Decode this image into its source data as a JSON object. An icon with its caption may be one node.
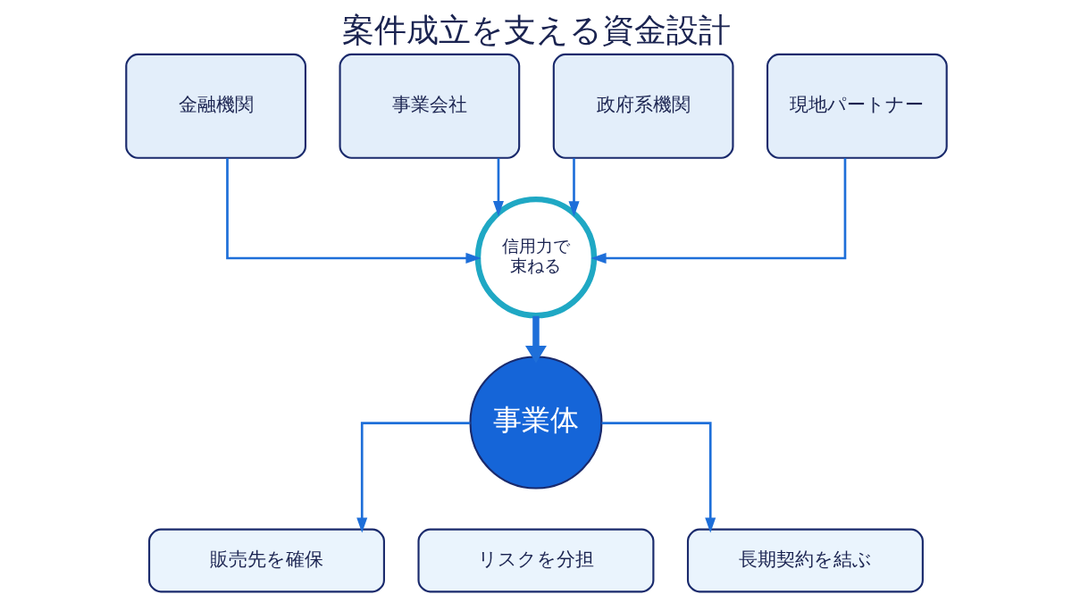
{
  "diagram": {
    "title": "案件成立を支える資金設計",
    "nodes": [
      {
        "text": [
          "金融機関"
        ]
      },
      {
        "text": [
          "事業会社"
        ]
      },
      {
        "text": [
          "政府系機関"
        ]
      },
      {
        "text": [
          "現地パートナー"
        ]
      },
      {
        "text": [
          "信用力で束ねる"
        ]
      },
      {
        "text": [
          "事業体"
        ]
      },
      {
        "text": [
          "販売先を確保"
        ]
      },
      {
        "text": [
          "リスクを分担"
        ]
      },
      {
        "text": [
          "長期契約を結ぶ"
        ]
      }
    ],
    "edges": [
      {
        "from": 0,
        "to": 4,
        "arrow": "to"
      },
      {
        "from": 1,
        "to": 4,
        "arrow": "to"
      },
      {
        "from": 2,
        "to": 4,
        "arrow": "to"
      },
      {
        "from": 3,
        "to": 4,
        "arrow": "to"
      },
      {
        "from": 4,
        "to": 5,
        "arrow": "to",
        "style": "thick"
      },
      {
        "from": 5,
        "to": 6,
        "arrow": "to"
      },
      {
        "from": 5,
        "to": 8,
        "arrow": "to"
      }
    ]
  }
}
